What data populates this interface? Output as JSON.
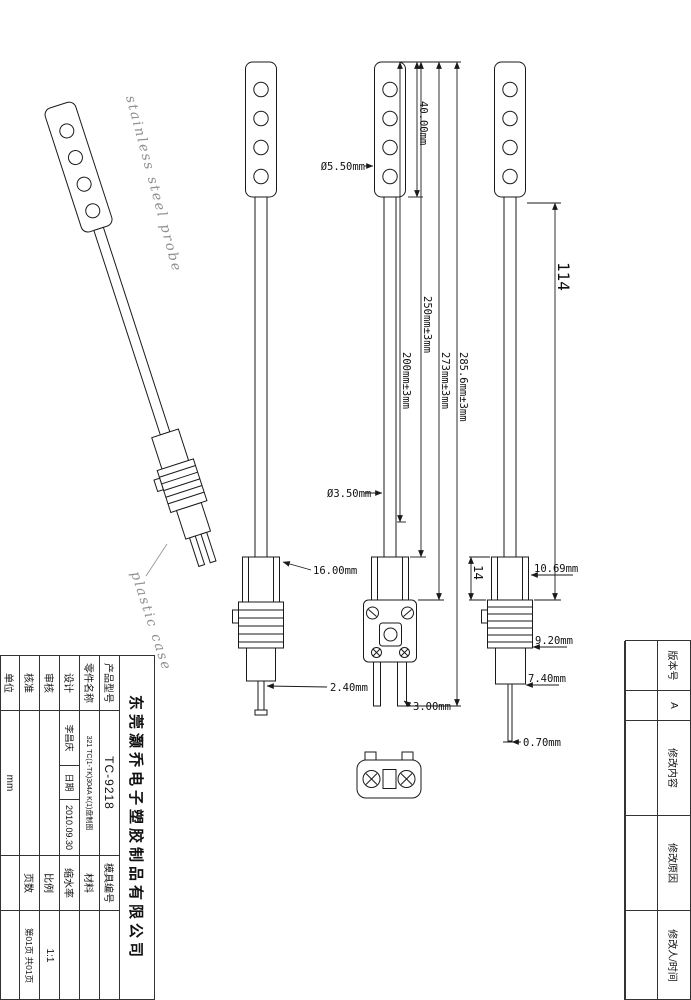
{
  "annotations": {
    "probe_label": "stainless steel probe",
    "case_label": "plastic case"
  },
  "dims": {
    "d40": "40.00mm",
    "d550": "Ø5.50mm",
    "d250": "250mm±3mm",
    "d200": "200mm±3mm",
    "d273": "273mm±3mm",
    "d2856": "285.6mm±3mm",
    "d350": "Ø3.50mm",
    "d16": "16.00mm",
    "d240": "2.40mm",
    "d300": "3.00mm",
    "d114": "114",
    "d14": "14",
    "d1069": "10.69mm",
    "d920": "9.20mm",
    "d740": "7.40mm",
    "d070": "0.70mm"
  },
  "title_block": {
    "company": "东莞灏乔电子塑胶制品有限公司",
    "product_model_label": "产品型号",
    "product_model": "TC-9218",
    "part_name_label": "零件名称",
    "part_name": "321 TC(1-TK)304A K(1)盘制图",
    "design_label": "设计",
    "designer": "李昌庆",
    "date_label": "日期",
    "date": "2010.09.30",
    "review_label": "审核",
    "approve_label": "核准",
    "unit_label": "单位",
    "unit": "mm",
    "mold_no_label": "模具编号",
    "material_label": "材料",
    "shrinkage_label": "缩水率",
    "scale_label": "比例",
    "scale": "1:1",
    "pages_label": "页数",
    "pages": "第01页 共01页"
  },
  "revision_block": {
    "version_label": "版本号",
    "version": "A",
    "content_label": "修改内容",
    "reason_label": "修改原因",
    "modifier_label": "修改人/时间"
  }
}
